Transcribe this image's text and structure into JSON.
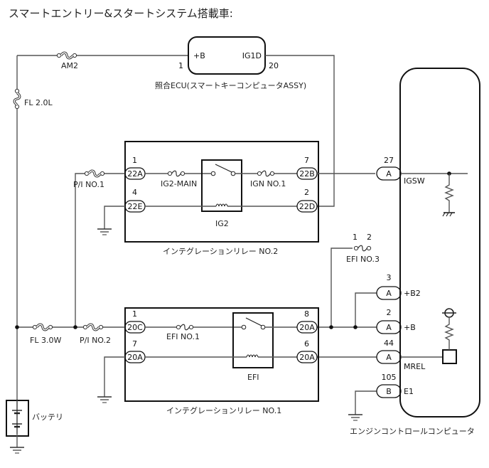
{
  "title": "スマートエントリー&スタートシステム搭載車:",
  "fuses": {
    "am2": "AM2",
    "fl20l": "FL 2.0L",
    "fl30w": "FL 3.0W",
    "pi1": "P/I NO.1",
    "pi2": "P/I NO.2",
    "ig2main": "IG2-MAIN",
    "ign1": "IGN NO.1",
    "efi1": "EFI NO.1",
    "efi3": "EFI NO.3",
    "efi3_pin1": "1",
    "efi3_pin2": "2"
  },
  "ecu_key": {
    "label": "照合ECU(スマートキーコンピュータASSY)",
    "pin_b": "+B",
    "pin_b_num": "1",
    "pin_ig1d": "IG1D",
    "pin_ig1d_num": "20"
  },
  "relay2": {
    "label": "インテグレーションリレー NO.2",
    "relay_name": "IG2",
    "connectors": [
      {
        "id": "22A",
        "pin": "1"
      },
      {
        "id": "22E",
        "pin": "4"
      },
      {
        "id": "22B",
        "pin": "7"
      },
      {
        "id": "22D",
        "pin": "2"
      }
    ]
  },
  "relay1": {
    "label": "インテグレーションリレー NO.1",
    "relay_name": "EFI",
    "connectors": [
      {
        "id": "20C",
        "pin": "1"
      },
      {
        "id": "20A",
        "pin": "7"
      },
      {
        "id": "20A",
        "pin": "8"
      },
      {
        "id": "20A",
        "pin": "6"
      }
    ]
  },
  "engine_ecu": {
    "label": "エンジンコントロールコンピュータ",
    "terminals": [
      {
        "conn": "A",
        "pin": "27",
        "name": "IGSW"
      },
      {
        "conn": "A",
        "pin": "3",
        "name": "+B2"
      },
      {
        "conn": "A",
        "pin": "2",
        "name": "+B"
      },
      {
        "conn": "A",
        "pin": "44",
        "name": "MREL"
      },
      {
        "conn": "B",
        "pin": "105",
        "name": "E1"
      }
    ]
  },
  "battery": {
    "label": "バッテリ"
  }
}
